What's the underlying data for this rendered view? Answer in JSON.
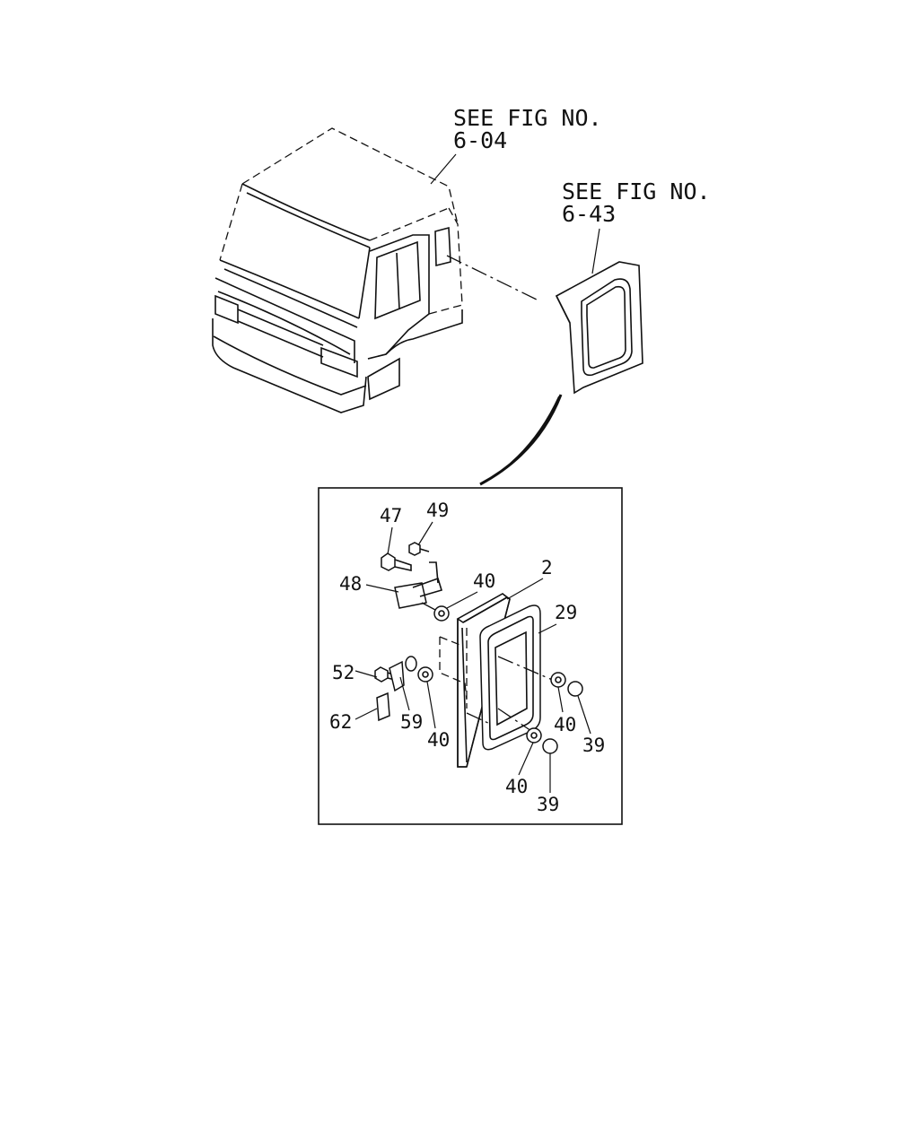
{
  "references": {
    "cab": {
      "line1": "SEE FIG NO.",
      "line2": "6-04"
    },
    "panel": {
      "line1": "SEE FIG NO.",
      "line2": "6-43"
    }
  },
  "parts": {
    "p47": "47",
    "p49": "49",
    "p48": "48",
    "p40_top": "40",
    "p2": "2",
    "p29": "29",
    "p52": "52",
    "p62": "62",
    "p59": "59",
    "p40_left": "40",
    "p40_right": "40",
    "p39_right": "39",
    "p40_bottom": "40",
    "p39_bottom": "39"
  }
}
